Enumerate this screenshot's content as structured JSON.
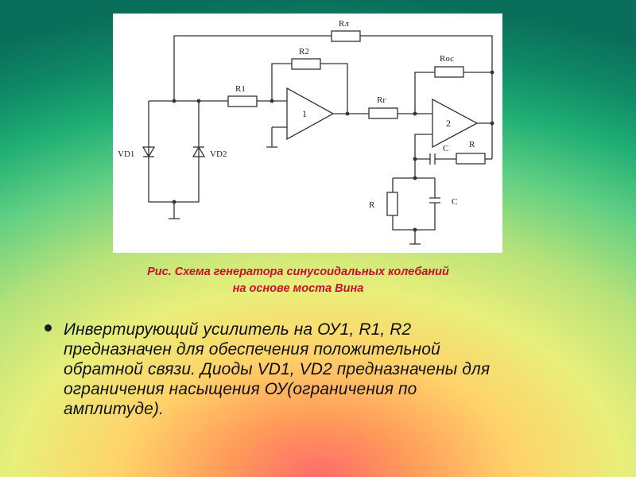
{
  "diagram": {
    "labels": {
      "rl": "Rл",
      "r2": "R2",
      "r1": "R1",
      "rg": "Rг",
      "roc": "Rос",
      "opamp1": "1",
      "opamp2": "2",
      "vd1": "VD1",
      "vd2": "VD2",
      "c_top": "C",
      "r_top": "R",
      "r_bottom": "R",
      "c_bottom": "C"
    }
  },
  "caption": {
    "line1": "Рис. Схема генератора синусоидальных колебаний",
    "line2": "на основе моста Вина"
  },
  "bullet": {
    "line1": "Инвертирующий усилитель на ОУ1, R1, R2",
    "line2": "предназначен для обеспечения положительной",
    "line3": "обратной связи. Диоды VD1, VD2 предназначены для",
    "line4": "ограничения насыщения ОУ(ограничения по",
    "line5": "амплитуде)."
  },
  "colors": {
    "caption": "#c8102e",
    "text": "#101010",
    "wire": "#333333"
  }
}
